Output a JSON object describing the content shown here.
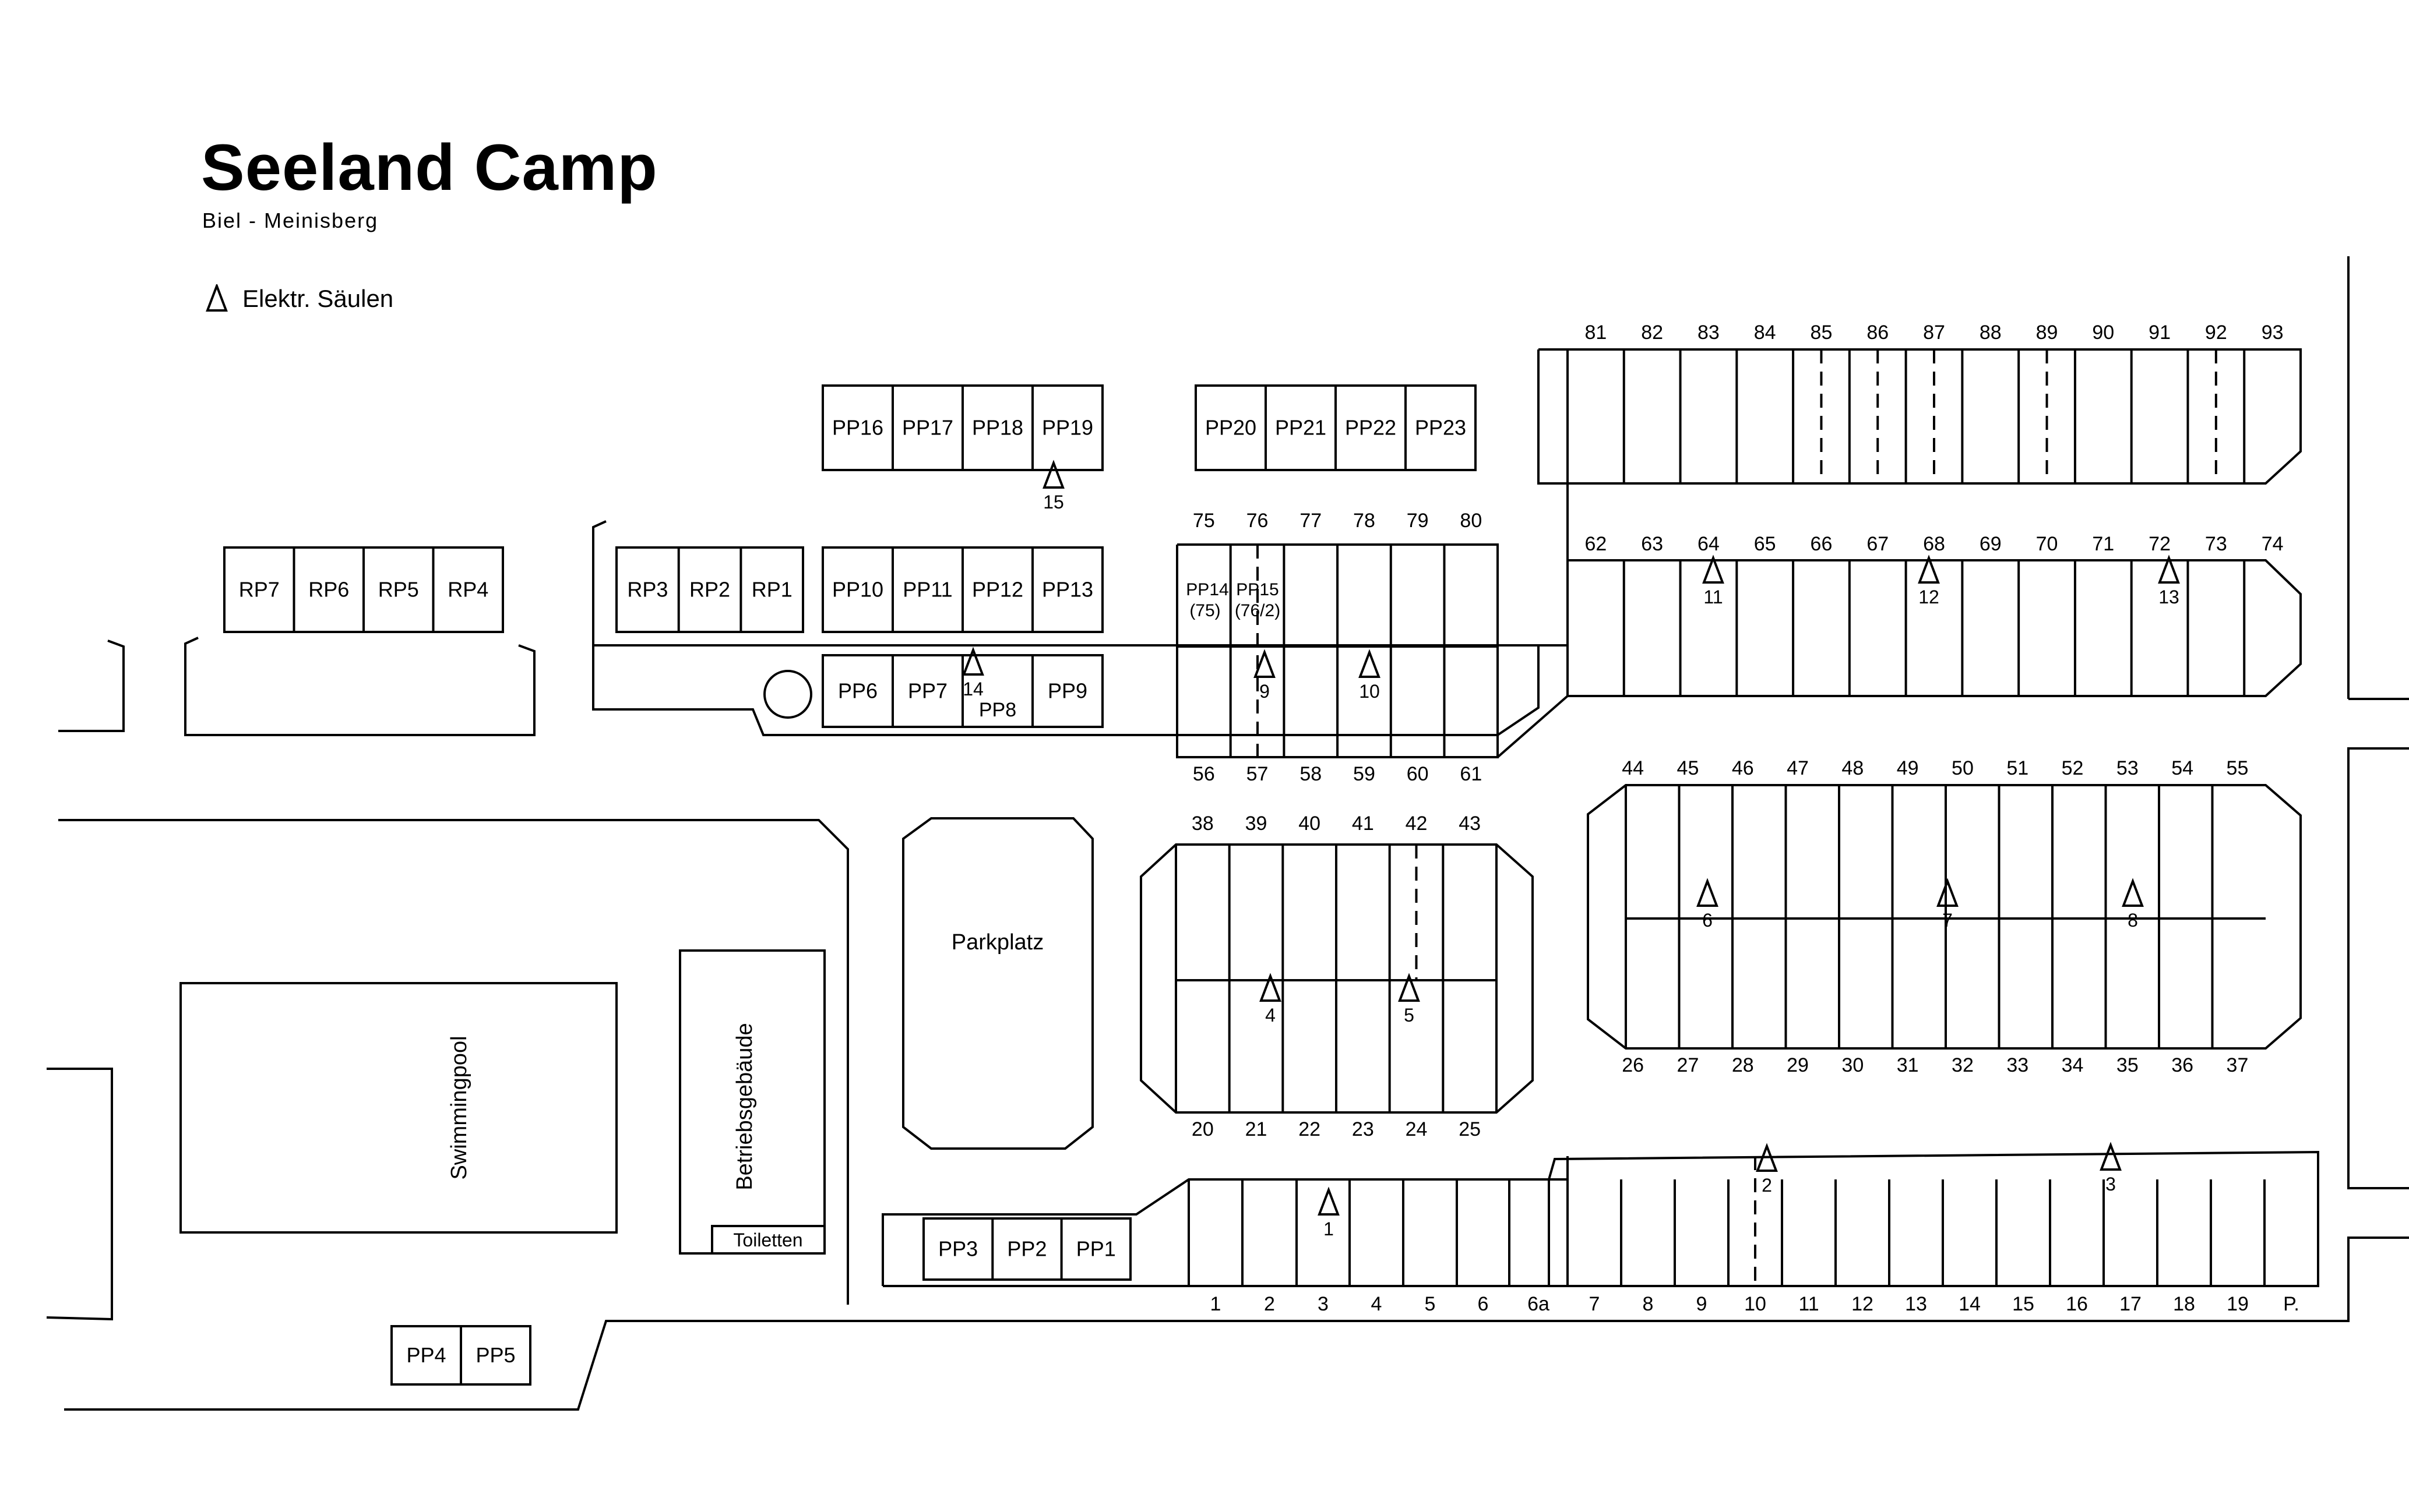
{
  "header": {
    "title": "Seeland Camp",
    "subtitle": "Biel - Meinisberg",
    "legend_label": "Elektr. Säulen",
    "legend_icon": "electric-post-icon"
  },
  "areas": {
    "parkplatz": "Parkplatz",
    "swimmingpool": "Swimmingpool",
    "betriebsgebaeude": "Betriebsgebäude",
    "toiletten": "Toiletten"
  },
  "pitches": {
    "pp_top_left": [
      "PP16",
      "PP17",
      "PP18",
      "PP19"
    ],
    "pp_top_right": [
      "PP20",
      "PP21",
      "PP22",
      "PP23"
    ],
    "pp_mid": [
      "PP10",
      "PP11",
      "PP12",
      "PP13"
    ],
    "pp_row_b": [
      "PP6",
      "PP7",
      "",
      "PP9"
    ],
    "pp8": "PP8",
    "rp_left": [
      "RP7",
      "RP6",
      "RP5",
      "RP4"
    ],
    "rp_mid": [
      "RP3",
      "RP2",
      "RP1"
    ],
    "pp_bottom": [
      "PP3",
      "PP2",
      "PP1"
    ],
    "pp_lowest": [
      "PP4",
      "PP5"
    ],
    "pp14_label": "PP14",
    "pp14_sub": "(75)",
    "pp15_label": "PP15",
    "pp15_sub": "(76/2)"
  },
  "rows": {
    "r75_top": [
      "75",
      "76",
      "77",
      "78",
      "79",
      "80"
    ],
    "r56_bottom": [
      "56",
      "57",
      "58",
      "59",
      "60",
      "61"
    ],
    "r81_top": [
      "81",
      "82",
      "83",
      "84",
      "85",
      "86",
      "87",
      "88",
      "89",
      "90",
      "91",
      "92",
      "93"
    ],
    "r62_top": [
      "62",
      "63",
      "64",
      "65",
      "66",
      "67",
      "68",
      "69",
      "70",
      "71",
      "72",
      "73",
      "74"
    ],
    "r38_top": [
      "38",
      "39",
      "40",
      "41",
      "42",
      "43"
    ],
    "r20_bottom": [
      "20",
      "21",
      "22",
      "23",
      "24",
      "25"
    ],
    "r44_top": [
      "44",
      "45",
      "46",
      "47",
      "48",
      "49",
      "50",
      "51",
      "52",
      "53",
      "54",
      "55"
    ],
    "r26_bottom": [
      "26",
      "27",
      "28",
      "29",
      "30",
      "31",
      "32",
      "33",
      "34",
      "35",
      "36",
      "37"
    ],
    "r1_bottom": [
      "1",
      "2",
      "3",
      "4",
      "5",
      "6",
      "6a",
      "7",
      "8",
      "9",
      "10",
      "11",
      "12",
      "13",
      "14",
      "15",
      "16",
      "17",
      "18",
      "19",
      "P."
    ]
  },
  "posts": [
    "1",
    "2",
    "3",
    "4",
    "5",
    "6",
    "7",
    "8",
    "9",
    "10",
    "11",
    "12",
    "13",
    "14",
    "15"
  ],
  "colors": {
    "line": "#000000",
    "background": "#ffffff"
  }
}
